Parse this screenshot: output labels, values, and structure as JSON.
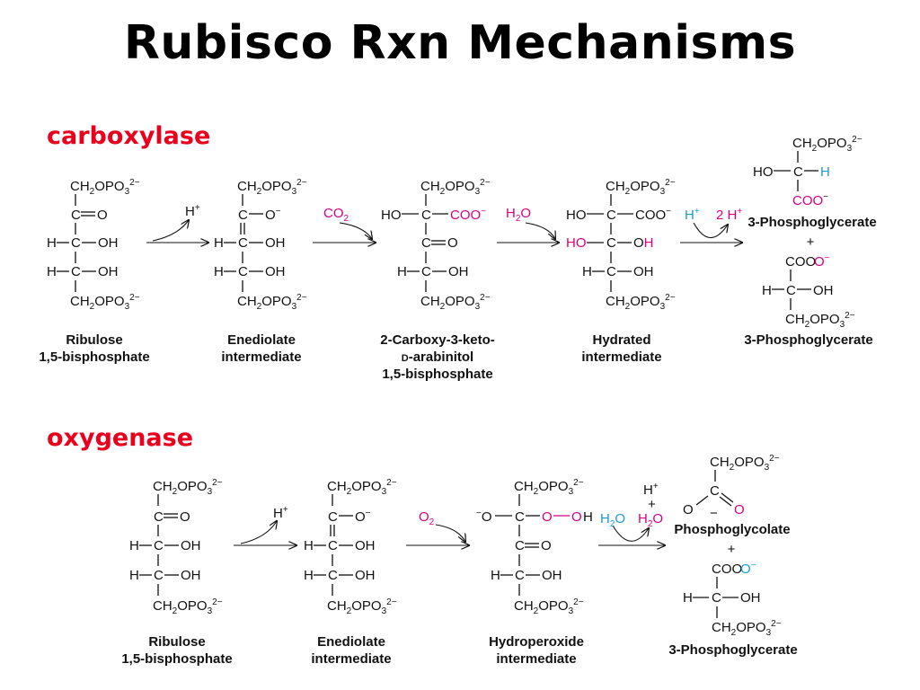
{
  "title": "Rubisco Rxn Mechanisms",
  "sections": {
    "carboxylase": "carboxylase",
    "oxygenase": "oxygenase"
  },
  "colors": {
    "heading": "#e8001c",
    "magenta": "#d6007f",
    "cyan": "#1a9ad6"
  },
  "chem": {
    "ch2opo3": "CH",
    "sub2": "2",
    "opo": "OPO",
    "sub3": "3",
    "charge2": "2−",
    "C": "C",
    "O": "O",
    "Ominus": "O",
    "minus": "−",
    "OH": "OH",
    "H": "H",
    "HO": "HO",
    "COO": "COO",
    "Hplus": "H",
    "plus": "+",
    "CO2": "CO",
    "H2O": "H",
    "O2": "O",
    "twoHplus": "2 H",
    "OOH_O1": "O",
    "OOH_O2": "O",
    "OOH_H": "H"
  },
  "carboxylase": {
    "ribulose_l1": "Ribulose",
    "ribulose_l2": "1,5-bisphosphate",
    "enediolate_l1": "Enediolate",
    "enediolate_l2": "intermediate",
    "ckab_l1": "2-Carboxy-3-keto-",
    "ckab_l2a": "D",
    "ckab_l2b": "-arabinitol",
    "ckab_l3": "1,5-bisphosphate",
    "hydrated_l1": "Hydrated",
    "hydrated_l2": "intermediate",
    "pga_label": "3-Phosphoglycerate",
    "pga_label2": "3-Phosphoglycerate"
  },
  "oxygenase": {
    "ribulose_l1": "Ribulose",
    "ribulose_l2": "1,5-bisphosphate",
    "enediolate_l1": "Enediolate",
    "enediolate_l2": "intermediate",
    "hydroperoxide_l1": "Hydroperoxide",
    "hydroperoxide_l2": "intermediate",
    "phosphoglycolate": "Phosphoglycolate",
    "pga_label": "3-Phosphoglycerate"
  }
}
